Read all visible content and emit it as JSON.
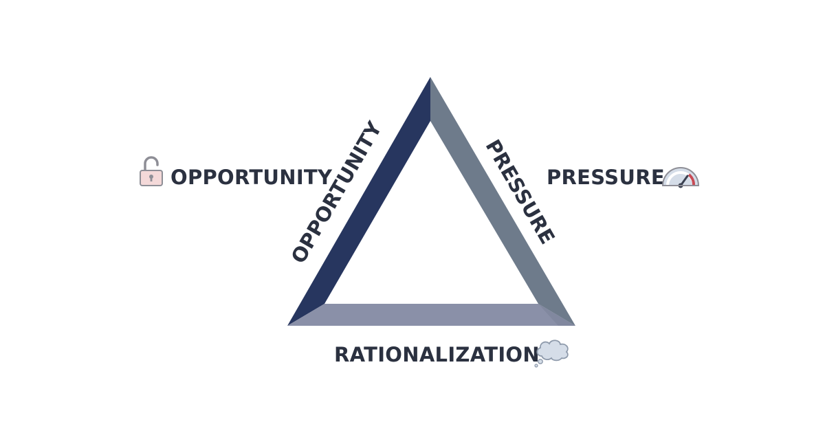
{
  "diagram": {
    "labels": {
      "opportunity_outer": "OPPORTUNITY",
      "opportunity_side": "OPPORTUNITY",
      "pressure_outer": "PRESSURE",
      "pressure_side": "PRESSURE",
      "rationalization": "RATIONALIZATION"
    },
    "icons": {
      "opportunity": "unlocked-padlock-icon",
      "pressure": "pressure-gauge-icon",
      "rationalization": "thought-cloud-icon"
    },
    "colors": {
      "left_side": "#27365f",
      "right_side": "#6e7b8b",
      "bottom_side": "#8a90a8",
      "text": "#2b3140",
      "lock_fill": "#f4d9d9",
      "lock_stroke": "#8e8e96",
      "gauge_needle": "#c74b55",
      "cloud_fill": "#d5dde8"
    }
  }
}
